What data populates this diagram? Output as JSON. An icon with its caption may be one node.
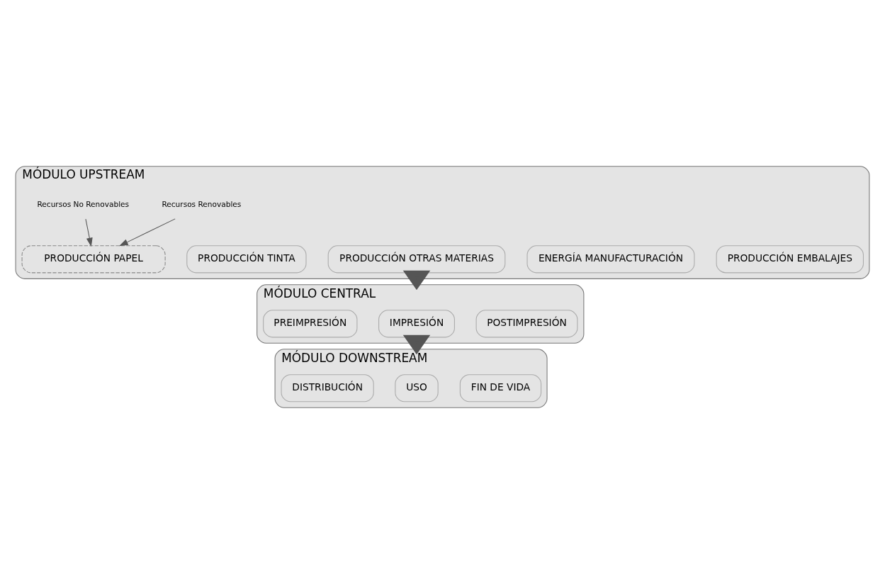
{
  "diagram": {
    "nodes": [
      {
        "text": [
          "MÓDULO UPSTREAM"
        ]
      },
      {
        "text": [
          "Recursos Renovables"
        ],
        "in": 0
      },
      {
        "text": [
          "Recursos No Renovables"
        ],
        "in": 0
      },
      {
        "text": [
          "PRODUCCIÓN PAPEL"
        ],
        "in": 0
      },
      {
        "text": [
          "PRODUCCIÓN TINTA"
        ],
        "in": 0
      },
      {
        "text": [
          "PRODUCCIÓN OTRAS MATERIAS"
        ],
        "in": 0
      },
      {
        "text": [
          "ENERGÍA MANUFACTURACIÓN"
        ],
        "in": 0
      },
      {
        "text": [
          "PRODUCCIÓN EMBALAJES"
        ],
        "in": 0
      },
      {
        "text": [
          "MÓDULO CENTRAL"
        ]
      },
      {
        "text": [
          "PREIMPRESIÓN"
        ],
        "in": 8
      },
      {
        "text": [
          "IMPRESIÓN"
        ],
        "in": 8
      },
      {
        "text": [
          "POSTIMPRESIÓN"
        ],
        "in": 8
      },
      {
        "text": [
          "MÓDULO DOWNSTREAM"
        ]
      },
      {
        "text": [
          "DISTRIBUCIÓN"
        ],
        "in": 12
      },
      {
        "text": [
          "USO"
        ],
        "in": 12
      },
      {
        "text": [
          "FIN DE VIDA"
        ],
        "in": 12
      }
    ],
    "edges": [
      {
        "from": 1,
        "to": 3,
        "arrow": "to"
      },
      {
        "from": 2,
        "to": 3,
        "arrow": "to"
      },
      {
        "from": 0,
        "to": 8,
        "arrow": "to",
        "style": "thick"
      },
      {
        "from": 8,
        "to": 12,
        "arrow": "to",
        "style": "thick"
      }
    ]
  }
}
